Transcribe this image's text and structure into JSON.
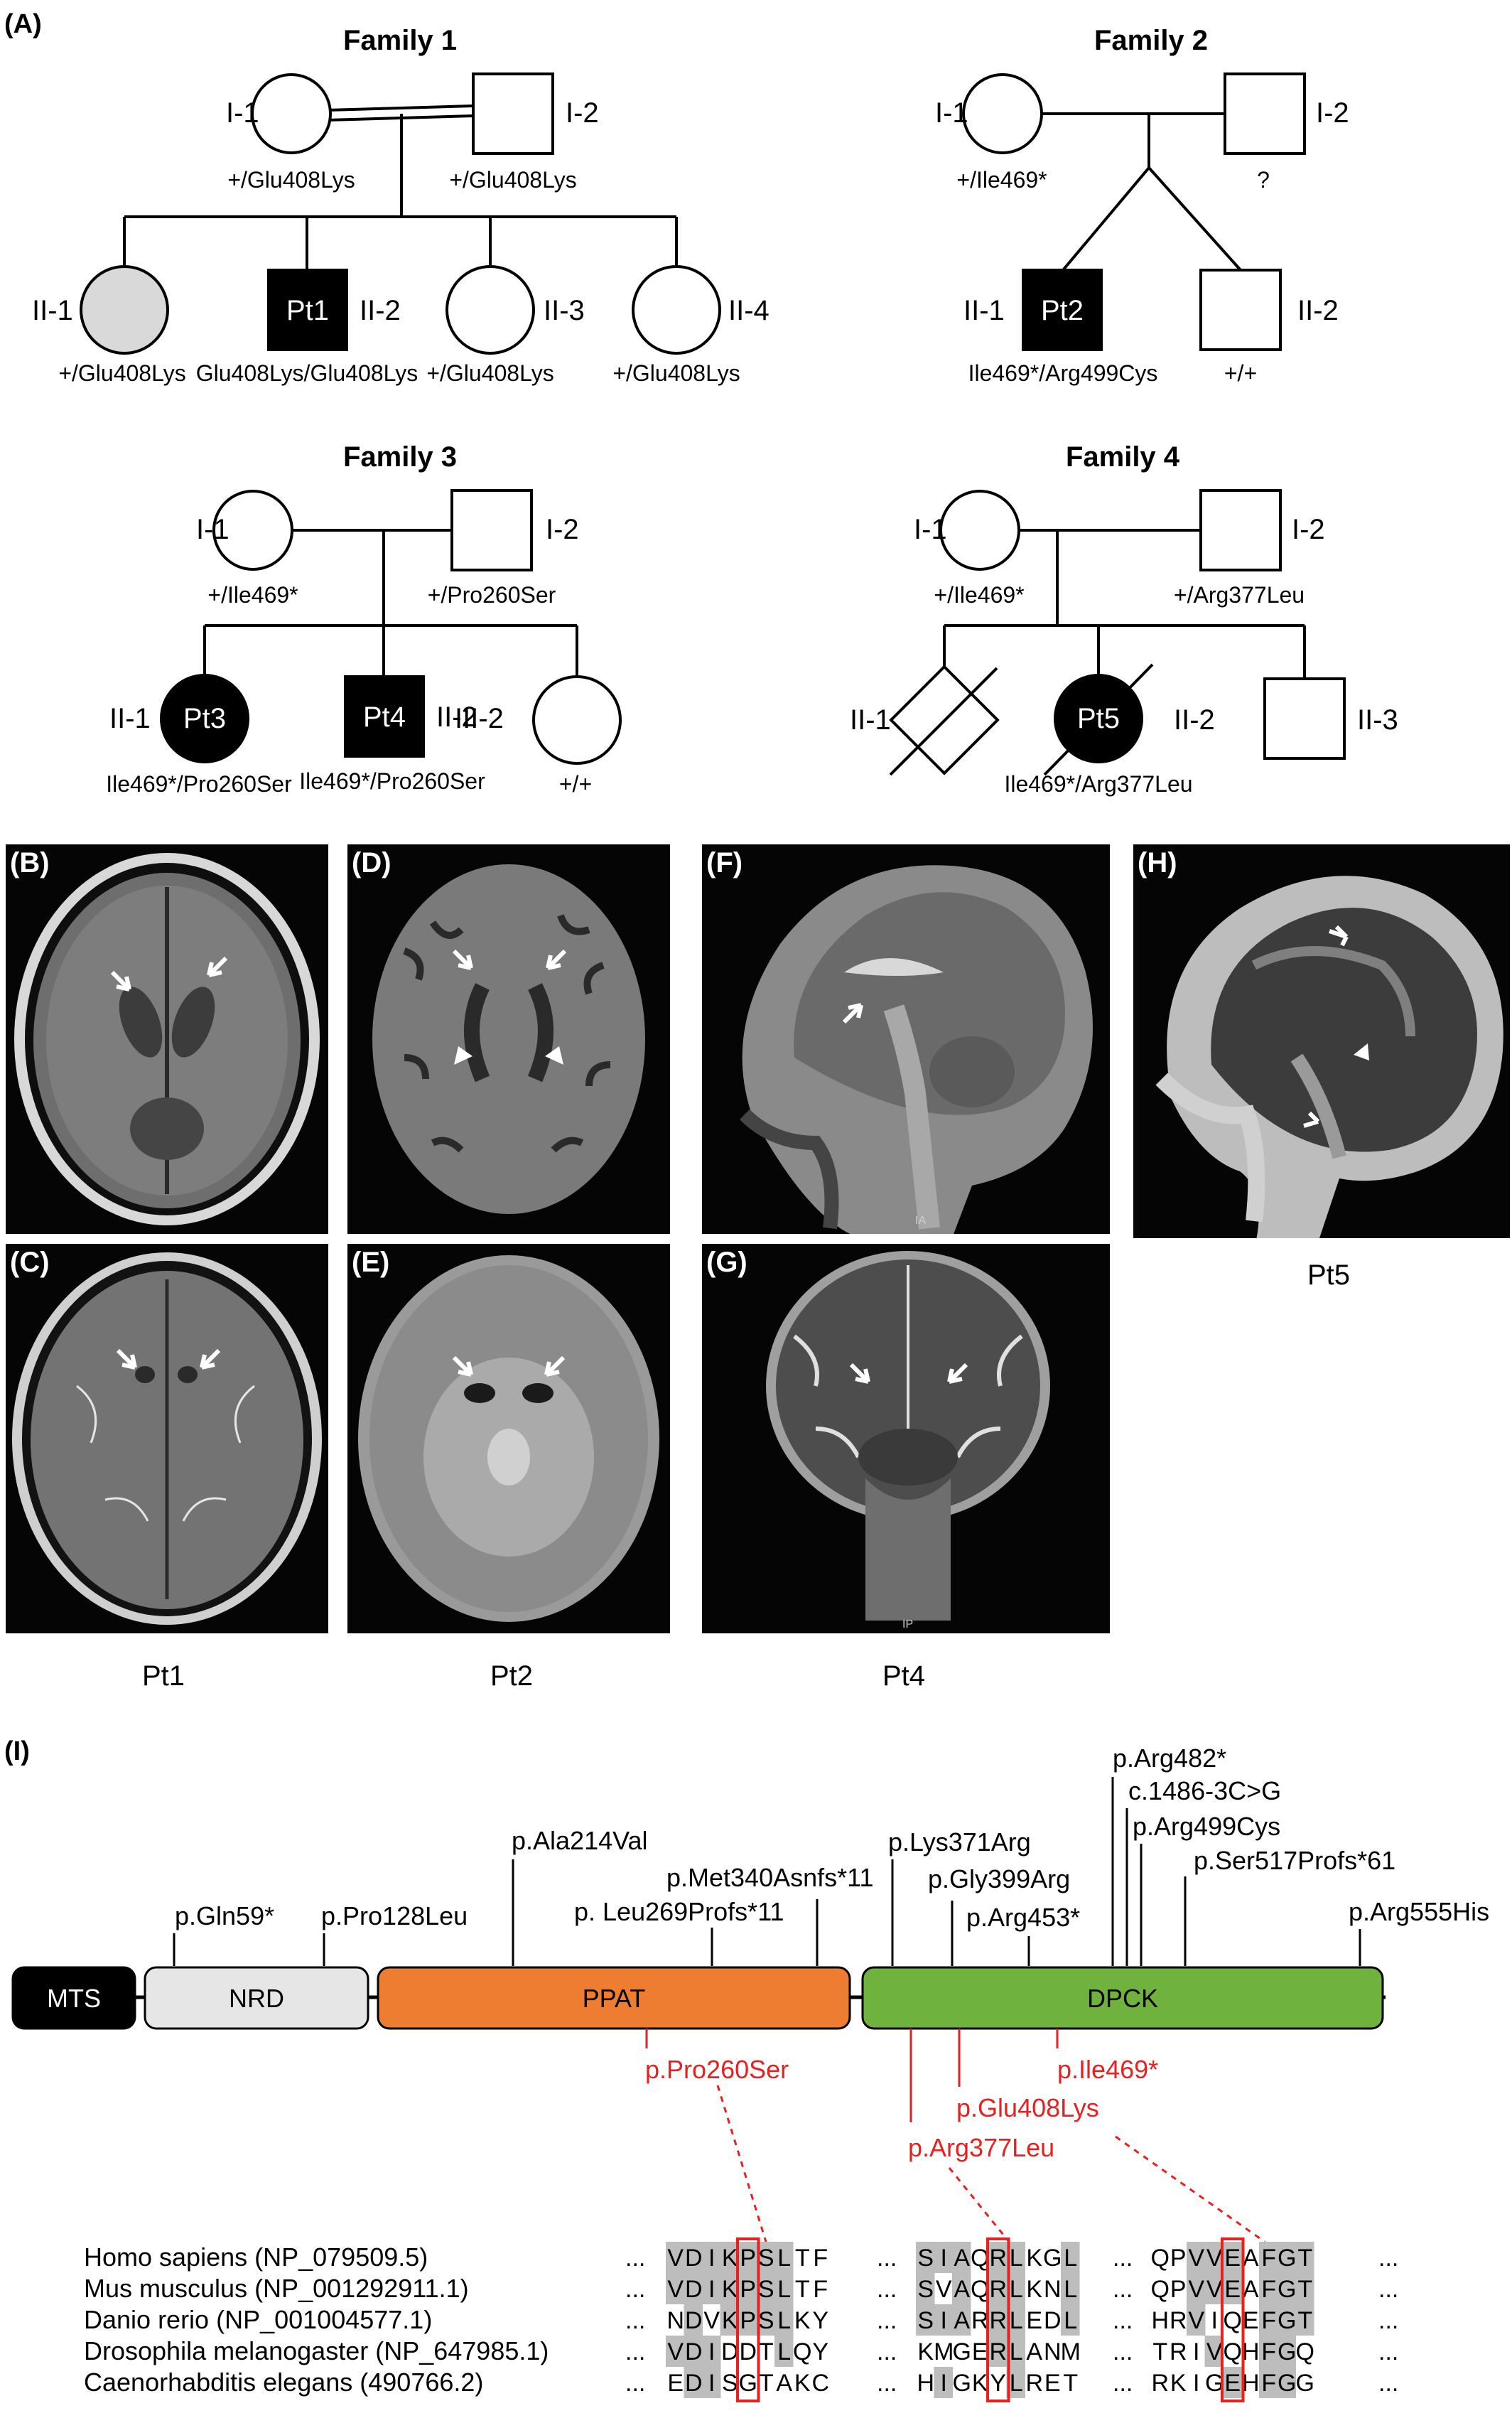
{
  "panels": {
    "A": "(A)",
    "B": "(B)",
    "C": "(C)",
    "D": "(D)",
    "E": "(E)",
    "F": "(F)",
    "G": "(G)",
    "H": "(H)",
    "I": "(I)"
  },
  "families": [
    {
      "title": "Family 1",
      "parents": [
        {
          "id": "I-1",
          "genotype": "+/Glu408Lys"
        },
        {
          "id": "I-2",
          "genotype": "+/Glu408Lys"
        }
      ],
      "children": [
        {
          "id": "II-1",
          "genotype": "+/Glu408Lys"
        },
        {
          "id": "II-2",
          "label": "Pt1",
          "genotype": "Glu408Lys/Glu408Lys"
        },
        {
          "id": "II-3",
          "genotype": "+/Glu408Lys"
        },
        {
          "id": "II-4",
          "genotype": "+/Glu408Lys"
        }
      ]
    },
    {
      "title": "Family 2",
      "parents": [
        {
          "id": "I-1",
          "genotype": "+/Ile469*"
        },
        {
          "id": "I-2",
          "genotype": "?"
        }
      ],
      "children": [
        {
          "id": "II-1",
          "label": "Pt2",
          "genotype": "Ile469*/Arg499Cys"
        },
        {
          "id": "II-2",
          "genotype": "+/+"
        }
      ]
    },
    {
      "title": "Family 3",
      "parents": [
        {
          "id": "I-1",
          "genotype": "+/Ile469*"
        },
        {
          "id": "I-2",
          "genotype": "+/Pro260Ser"
        }
      ],
      "children": [
        {
          "id": "II-1",
          "label": "Pt3",
          "genotype": "Ile469*/Pro260Ser"
        },
        {
          "id": "II-2",
          "label": "Pt4",
          "genotype": "Ile469*/Pro260Ser"
        },
        {
          "id": "III-2",
          "genotype": "+/+"
        }
      ]
    },
    {
      "title": "Family 4",
      "parents": [
        {
          "id": "I-1",
          "genotype": "+/Ile469*"
        },
        {
          "id": "I-2",
          "genotype": "+/Arg377Leu"
        }
      ],
      "children": [
        {
          "id": "II-1"
        },
        {
          "id": "II-2",
          "label": "Pt5",
          "genotype": "Ile469*/Arg377Leu"
        },
        {
          "id": "II-3"
        }
      ]
    }
  ],
  "mri_captions": [
    "Pt1",
    "Pt2",
    "Pt4",
    "Pt5"
  ],
  "mri_watermarks": {
    "F": "IA",
    "G": "IP"
  },
  "domains": [
    "MTS",
    "NRD",
    "PPAT",
    "DPCK"
  ],
  "domain_colors": {
    "MTS": "#000000",
    "NRD": "#e6e6e6",
    "PPAT": "#ee7d31",
    "DPCK": "#6fb33e"
  },
  "variants_above": [
    "p.Gln59*",
    "p.Pro128Leu",
    "p.Ala214Val",
    "p. Leu269Profs*11",
    "p.Met340Asnfs*11",
    "p.Lys371Arg",
    "p.Gly399Arg",
    "p.Arg453*",
    "p.Arg482*",
    "c.1486-3C>G",
    "p.Arg499Cys",
    "p.Ser517Profs*61",
    "p.Arg555His"
  ],
  "variants_below": [
    "p.Pro260Ser",
    "p.Ile469*",
    "p.Glu408Lys",
    "p.Arg377Leu"
  ],
  "variant_below_color": "#e8201f",
  "species": [
    "Homo sapiens (NP_079509.5)",
    "Mus musculus (NP_001292911.1)",
    "Danio rerio (NP_001004577.1)",
    "Drosophila melanogaster (NP_647985.1)",
    "Caenorhabditis elegans (490766.2)"
  ],
  "alignment": [
    [
      "VDIKPSLTF",
      "SIAQRLKGL",
      "QPVVEAFGT"
    ],
    [
      "VDIKPSLTF",
      "SVAQRLKNL",
      "QPVVEAFGT"
    ],
    [
      "NDVKPSLKY",
      "SIARRLEDL",
      "HRVIQEFGT"
    ],
    [
      "VDIDDTLQY",
      "KMGERLANM",
      "TRIVQHFGQ"
    ],
    [
      "EDISGTAKC",
      "HIGKYLRET",
      "RKIGEHFGG"
    ]
  ],
  "alignment_ellipsis": "..."
}
